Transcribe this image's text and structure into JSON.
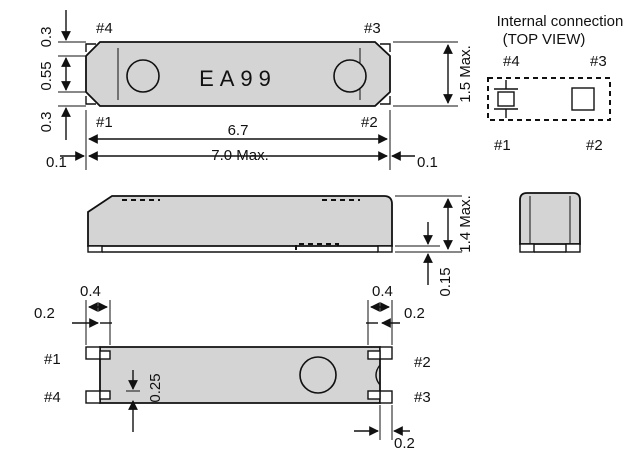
{
  "top_view": {
    "pin4": "#4",
    "pin3": "#3",
    "pin1": "#1",
    "pin2": "#2",
    "marking": "EA99",
    "dim_top_pad": "0.3",
    "dim_body_height": "0.55",
    "dim_bottom_pad": "0.3",
    "dim_length": "6.7",
    "dim_length_max": "7.0 Max.",
    "dim_left_gap": "0.1",
    "dim_right_gap": "0.1",
    "dim_height_max": "1.5 Max."
  },
  "internal_connection": {
    "title_line1": "Internal connection",
    "title_line2": "(TOP VIEW)",
    "pin4": "#4",
    "pin3": "#3",
    "pin1": "#1",
    "pin2": "#2"
  },
  "side_view": {
    "dim_thickness_max": "1.4 Max.",
    "dim_standoff": "0.15"
  },
  "bottom_view": {
    "dim_pad_width_left": "0.4",
    "dim_pad_width_right": "0.4",
    "dim_gap_left": "0.2",
    "dim_gap_right": "0.2",
    "dim_pad_spacing": "0.25",
    "dim_bottom_gap": "0.2",
    "pin1": "#1",
    "pin4": "#4",
    "pin2": "#2",
    "pin3": "#3"
  }
}
